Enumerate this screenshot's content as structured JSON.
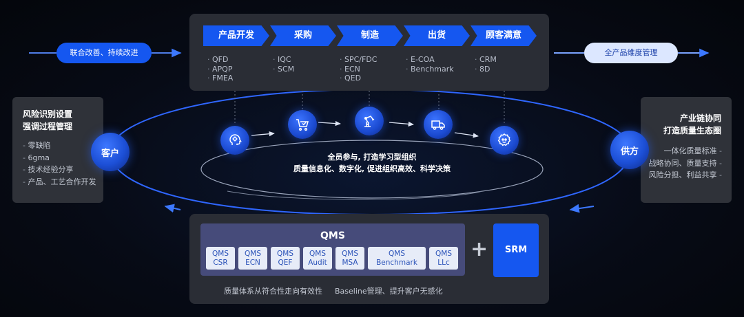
{
  "stages": [
    {
      "label": "产品开发",
      "items": [
        "QFD",
        "APQP",
        "FMEA"
      ]
    },
    {
      "label": "采购",
      "items": [
        "IQC",
        "SCM"
      ]
    },
    {
      "label": "制造",
      "items": [
        "SPC/FDC",
        "ECN",
        "QED"
      ]
    },
    {
      "label": "出货",
      "items": [
        "E-COA",
        "Benchmark"
      ]
    },
    {
      "label": "顾客满意",
      "items": [
        "CRM",
        "8D"
      ]
    }
  ],
  "left_pill": "联合改善、持续改进",
  "right_pill": "全产品维度管理",
  "left_panel": {
    "title_line1": "风险识别设置",
    "title_line2": "强调过程管理",
    "items": [
      "零缺陷",
      "6gma",
      "技术经验分享",
      "产品、工艺合作开发"
    ]
  },
  "right_panel": {
    "title_line1": "产业链协同",
    "title_line2": "打造质量生态圈",
    "items": [
      "一体化质量标准",
      "战略协同、质量支持",
      "风险分担、利益共享"
    ]
  },
  "customer_node": "客户",
  "supplier_node": "供方",
  "process_icons": [
    "brain-gear-icon",
    "cart-check-icon",
    "robot-arm-icon",
    "truck-icon",
    "badge-icon"
  ],
  "center_line1": "全员参与, 打造学习型组织",
  "center_line2": "质量信息化、数字化, 促进组织高效、科学决策",
  "qms": {
    "title": "QMS",
    "modules": [
      {
        "line1": "QMS",
        "line2": "CSR"
      },
      {
        "line1": "QMS",
        "line2": "ECN"
      },
      {
        "line1": "QMS",
        "line2": "QEF"
      },
      {
        "line1": "QMS",
        "line2": "Audit"
      },
      {
        "line1": "QMS",
        "line2": "MSA"
      },
      {
        "line1": "QMS",
        "line2": "Benchmark"
      },
      {
        "line1": "QMS",
        "line2": "LLc"
      }
    ]
  },
  "plus_sign": "+",
  "srm_label": "SRM",
  "caption_left": "质量体系从符合性走向有效性",
  "caption_right": "Baseline管理、提升客户无感化",
  "colors": {
    "accent": "#1557f0",
    "panel": "#2a2d35",
    "qms_box": "#464b7a",
    "pill_light": "#dce7ff"
  }
}
